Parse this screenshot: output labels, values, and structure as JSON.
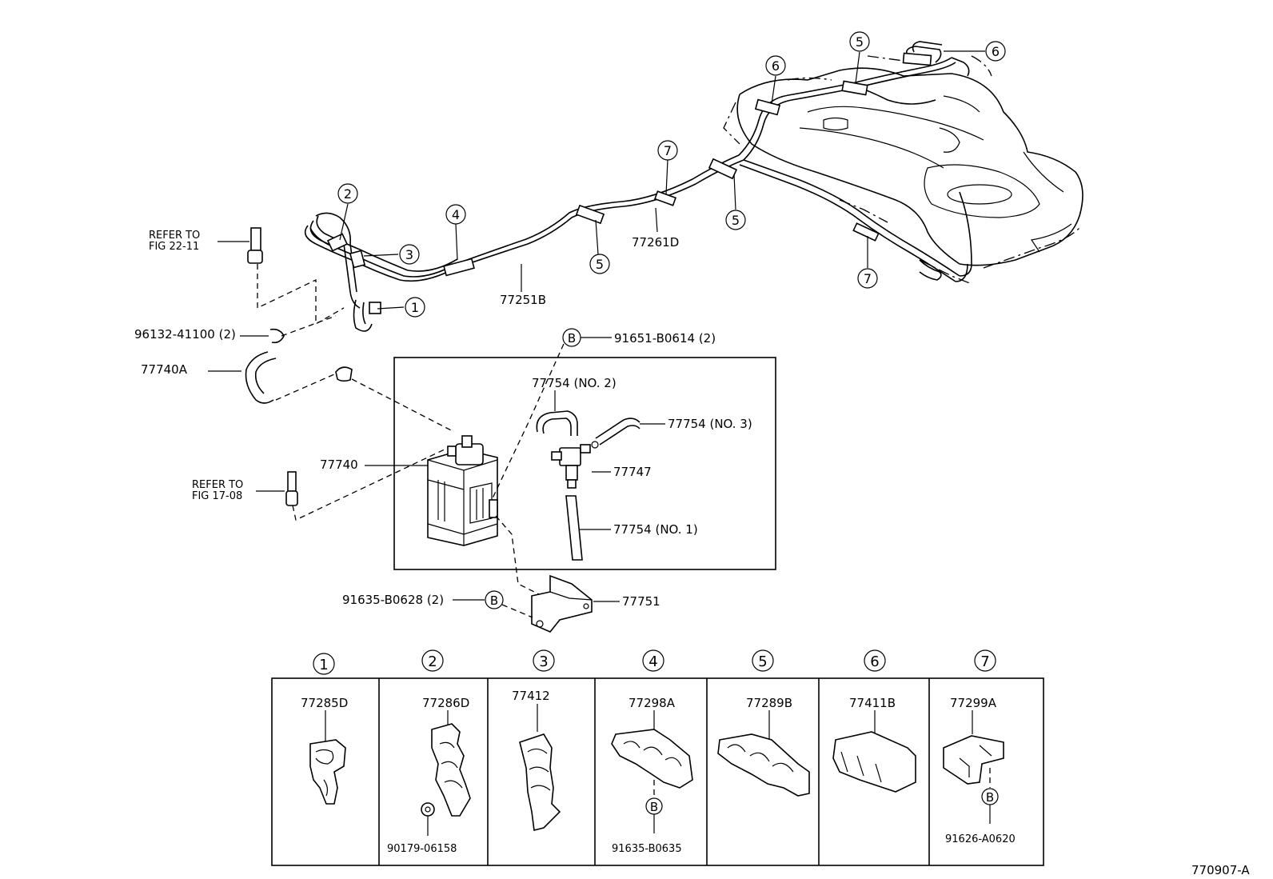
{
  "refer_upper": [
    "REFER TO",
    "FIG 22-11"
  ],
  "refer_lower": [
    "REFER TO",
    "FIG 17-08"
  ],
  "parts": {
    "p96132": "96132-41100 (2)",
    "p77740A": "77740A",
    "p77740": "77740",
    "p91651": "91651-B0614 (2)",
    "p77754_no2": "77754 (NO. 2)",
    "p77754_no3": "77754 (NO. 3)",
    "p77747": "77747",
    "p77754_no1": "77754 (NO. 1)",
    "p91635_b0628": "91635-B0628 (2)",
    "p77751": "77751",
    "p77251B": "77251B",
    "p77261D": "77261D"
  },
  "callouts": {
    "c1": "1",
    "c2": "2",
    "c3": "3",
    "c4": "4",
    "c5a": "5",
    "c5b": "5",
    "c5c": "5",
    "c6a": "6",
    "c6b": "6",
    "c7a": "7",
    "c7b": "7",
    "bolt_top": "B",
    "bolt_bottom": "B"
  },
  "clamp_table": [
    {
      "num": "1",
      "part": "77285D",
      "sub": ""
    },
    {
      "num": "2",
      "part": "77286D",
      "sub": "90179-06158"
    },
    {
      "num": "3",
      "part": "77412",
      "sub": ""
    },
    {
      "num": "4",
      "part": "77298A",
      "sub": "91635-B0635",
      "bolt": "B"
    },
    {
      "num": "5",
      "part": "77289B",
      "sub": ""
    },
    {
      "num": "6",
      "part": "77411B",
      "sub": ""
    },
    {
      "num": "7",
      "part": "77299A",
      "sub": "91626-A0620",
      "bolt": "B"
    }
  ],
  "figure_code": "770907-A"
}
